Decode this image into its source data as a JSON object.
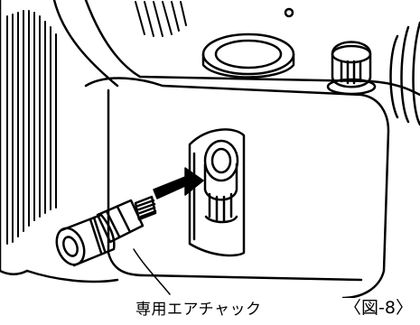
{
  "caption": {
    "part_name": "専用エアチャック",
    "figure_number": "〈図-8〉"
  },
  "diagram": {
    "parts": [
      "exclusive-air-chuck",
      "air-inlet-fitting",
      "insertion-arrow"
    ],
    "line_color": "#000000",
    "fill_color": "#ffffff"
  }
}
